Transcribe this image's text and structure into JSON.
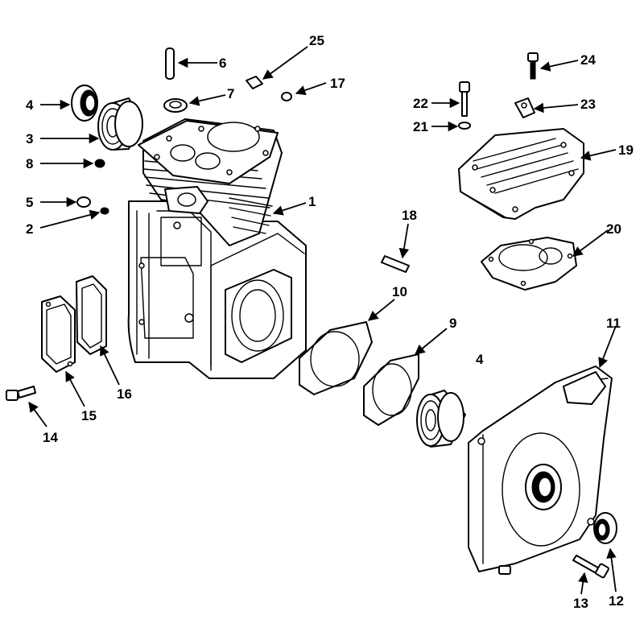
{
  "callouts": [
    {
      "id": "c1",
      "text": "1"
    },
    {
      "id": "c2",
      "text": "2"
    },
    {
      "id": "c3",
      "text": "3"
    },
    {
      "id": "c4a",
      "text": "4"
    },
    {
      "id": "c4b",
      "text": "4"
    },
    {
      "id": "c5",
      "text": "5"
    },
    {
      "id": "c6",
      "text": "6"
    },
    {
      "id": "c7",
      "text": "7"
    },
    {
      "id": "c8",
      "text": "8"
    },
    {
      "id": "c9",
      "text": "9"
    },
    {
      "id": "c10",
      "text": "10"
    },
    {
      "id": "c11",
      "text": "11"
    },
    {
      "id": "c12",
      "text": "12"
    },
    {
      "id": "c13",
      "text": "13"
    },
    {
      "id": "c14",
      "text": "14"
    },
    {
      "id": "c15",
      "text": "15"
    },
    {
      "id": "c16",
      "text": "16"
    },
    {
      "id": "c17",
      "text": "17"
    },
    {
      "id": "c18",
      "text": "18"
    },
    {
      "id": "c19",
      "text": "19"
    },
    {
      "id": "c20",
      "text": "20"
    },
    {
      "id": "c21",
      "text": "21"
    },
    {
      "id": "c22",
      "text": "22"
    },
    {
      "id": "c23",
      "text": "23"
    },
    {
      "id": "c24",
      "text": "24"
    },
    {
      "id": "c25",
      "text": "25"
    }
  ]
}
